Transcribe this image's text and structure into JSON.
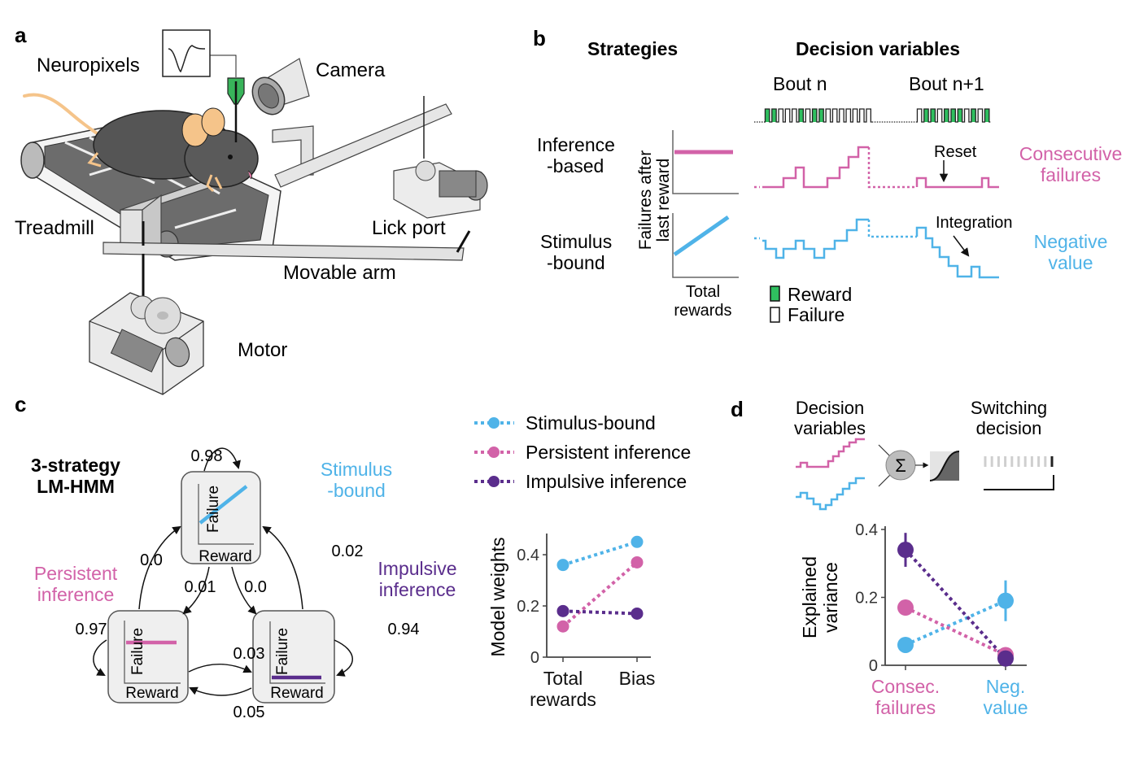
{
  "colors": {
    "stimulus_bound": "#4fb3e8",
    "persistent": "#d262a8",
    "impulsive": "#5a2d8c",
    "reward_green": "#2fbf5f",
    "probe_green": "#38b45a",
    "apparatus_gray": "#d6d6d6",
    "mouse_gray": "#555555",
    "mouse_ear": "#f5c48a",
    "box_fill": "#efefef"
  },
  "panel_a": {
    "letter": "a",
    "labels": {
      "neuropixels": "Neuropixels",
      "camera": "Camera",
      "treadmill": "Treadmill",
      "lick_port": "Lick port",
      "movable_arm": "Movable arm",
      "motor": "Motor"
    }
  },
  "panel_b": {
    "letter": "b",
    "strategies_title": "Strategies",
    "decision_variables_title": "Decision variables",
    "bout_n": "Bout n",
    "bout_n1": "Bout n+1",
    "bout_n_trials": [
      "R",
      "R",
      "F",
      "F",
      "F",
      "R",
      "F",
      "R",
      "R",
      "F",
      "F",
      "F",
      "F",
      "F",
      "F",
      "F"
    ],
    "bout_n1_trials": [
      "F",
      "R",
      "R",
      "F",
      "R",
      "R",
      "R",
      "F",
      "R",
      "F",
      "R"
    ],
    "inference_label_1": "Inference",
    "inference_label_2": "-based",
    "stimulus_label_1": "Stimulus",
    "stimulus_label_2": "-bound",
    "y_axis_1": "Failures after",
    "y_axis_2": "last reward",
    "x_axis_1": "Total",
    "x_axis_2": "rewards",
    "reset_label": "Reset",
    "integration_label": "Integration",
    "consecutive_1": "Consecutive",
    "consecutive_2": "failures",
    "negative_1": "Negative",
    "negative_2": "value",
    "legend_reward": "Reward",
    "legend_failure": "Failure"
  },
  "panel_c": {
    "letter": "c",
    "title_1": "3-strategy",
    "title_2": "LM-HMM",
    "state_stimulus_1": "Stimulus",
    "state_stimulus_2": "-bound",
    "state_persistent_1": "Persistent",
    "state_persistent_2": "inference",
    "state_impulsive_1": "Impulsive",
    "state_impulsive_2": "inference",
    "box_y_label": "Failure",
    "box_x_label": "Reward",
    "transitions": {
      "stim_self": "0.98",
      "pers_self": "0.97",
      "imp_self": "0.94",
      "pers_to_stim": "0.0",
      "stim_to_pers": "0.01",
      "stim_to_imp": "0.0",
      "imp_to_stim": "0.02",
      "pers_to_imp": "0.03",
      "imp_to_pers": "0.05"
    },
    "legend": [
      "Stimulus-bound",
      "Persistent inference",
      "Impulsive inference"
    ]
  },
  "panel_d": {
    "letter": "d",
    "dv_title_1": "Decision",
    "dv_title_2": "variables",
    "sw_title_1": "Switching",
    "sw_title_2": "decision",
    "sigma": "Σ"
  },
  "chart_data": [
    {
      "type": "line",
      "title": "",
      "xlabel": "",
      "ylabel": "Model weights",
      "categories": [
        "Total rewards",
        "Bias"
      ],
      "category_lines": [
        [
          "Total",
          "rewards"
        ],
        [
          "Bias"
        ]
      ],
      "ylim": [
        0,
        0.47
      ],
      "yticks": [
        0,
        0.2,
        0.4
      ],
      "ytick_labels": [
        "0",
        "0.2",
        "0.4"
      ],
      "legend_placement": "top",
      "series": [
        {
          "name": "Stimulus-bound",
          "color_key": "stimulus_bound",
          "values": [
            0.36,
            0.45
          ]
        },
        {
          "name": "Persistent inference",
          "color_key": "persistent",
          "values": [
            0.12,
            0.37
          ]
        },
        {
          "name": "Impulsive inference",
          "color_key": "impulsive",
          "values": [
            0.18,
            0.17
          ]
        }
      ]
    },
    {
      "type": "line",
      "title": "",
      "xlabel": "",
      "ylabel": "Explained variance",
      "ylabel_lines": [
        "Explained",
        "variance"
      ],
      "categories": [
        "Consec. failures",
        "Neg. value"
      ],
      "category_lines": [
        [
          "Consec.",
          "failures"
        ],
        [
          "Neg.",
          "value"
        ]
      ],
      "category_color_keys": [
        "persistent",
        "stimulus_bound"
      ],
      "ylim": [
        0,
        0.4
      ],
      "yticks": [
        0,
        0.2,
        0.4
      ],
      "ytick_labels": [
        "0",
        "0.2",
        "0.4"
      ],
      "series": [
        {
          "name": "Stimulus-bound",
          "color_key": "stimulus_bound",
          "values": [
            0.06,
            0.19
          ],
          "err_low": [
            null,
            0.13
          ],
          "err_high": [
            null,
            0.25
          ]
        },
        {
          "name": "Persistent inference",
          "color_key": "persistent",
          "values": [
            0.17,
            0.03
          ],
          "err_low": [
            null,
            null
          ],
          "err_high": [
            null,
            null
          ]
        },
        {
          "name": "Impulsive inference",
          "color_key": "impulsive",
          "values": [
            0.34,
            0.02
          ],
          "err_low": [
            0.29,
            null
          ],
          "err_high": [
            0.39,
            null
          ]
        }
      ]
    }
  ]
}
